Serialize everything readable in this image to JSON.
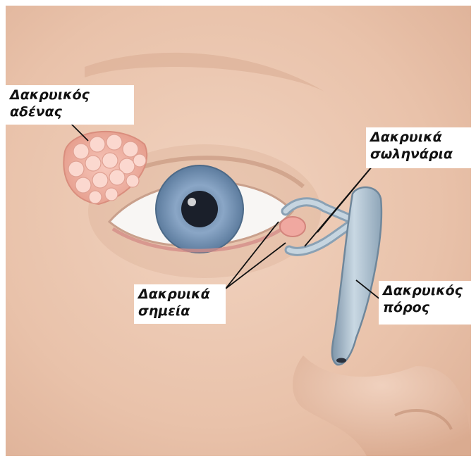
{
  "labels": {
    "lacrimal_gland": [
      "Δακρυικός",
      "αδένας"
    ],
    "lacrimal_canaliculi": [
      "Δακρυικά",
      "σωληνάρια"
    ],
    "lacrimal_puncta": [
      "Δακρυικά",
      "σημεία"
    ],
    "nasolacrimal_duct": [
      "Δακρυικός",
      "πόρος"
    ]
  },
  "colors": {
    "skin": "#ecc7b0",
    "skin_shadow": "#d9a98d",
    "iris": "#7d9bbd",
    "pupil": "#1a1f2a",
    "gland": "#f2b2a4",
    "duct": "#a8bccb",
    "leader_line": "#111111"
  }
}
